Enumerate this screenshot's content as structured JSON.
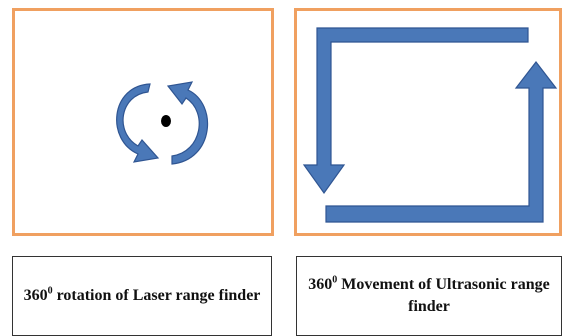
{
  "colors": {
    "panel_border": "#f0a060",
    "arrow_fill": "#4a78b8",
    "arrow_stroke": "#2f5592",
    "caption_border": "#333333"
  },
  "panels": [
    {
      "name": "laser",
      "icon": "circular-rotation-arrows-icon",
      "caption": {
        "number": "360",
        "degree_mark": "0",
        "text": " rotation of Laser range finder"
      }
    },
    {
      "name": "ultrasonic",
      "icon": "rectangular-path-arrows-icon",
      "caption": {
        "number": "360",
        "degree_mark": "0",
        "text": " Movement of Ultrasonic range finder"
      }
    }
  ]
}
